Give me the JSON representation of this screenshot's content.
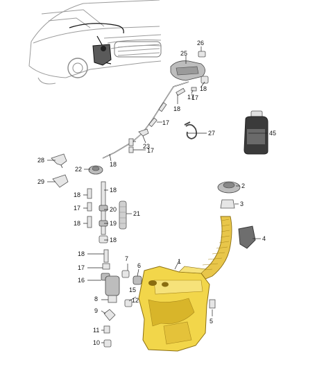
{
  "diagram": {
    "labels": [
      "1",
      "2",
      "3",
      "4",
      "5",
      "6",
      "7",
      "8",
      "9",
      "10",
      "11",
      "12",
      "15",
      "16",
      "17",
      "18",
      "19",
      "20",
      "21",
      "22",
      "23",
      "25",
      "26",
      "27",
      "28",
      "29",
      "45"
    ],
    "colors": {
      "reservoir": "#f2d64a",
      "reservoir_shadow": "#d8b52a",
      "filler_neck": "#e8c64a",
      "part_fill": "#e6e6e6",
      "part_dark": "#bdbdbd",
      "car_outline": "#9a9a9a",
      "lines": "#222222"
    }
  }
}
